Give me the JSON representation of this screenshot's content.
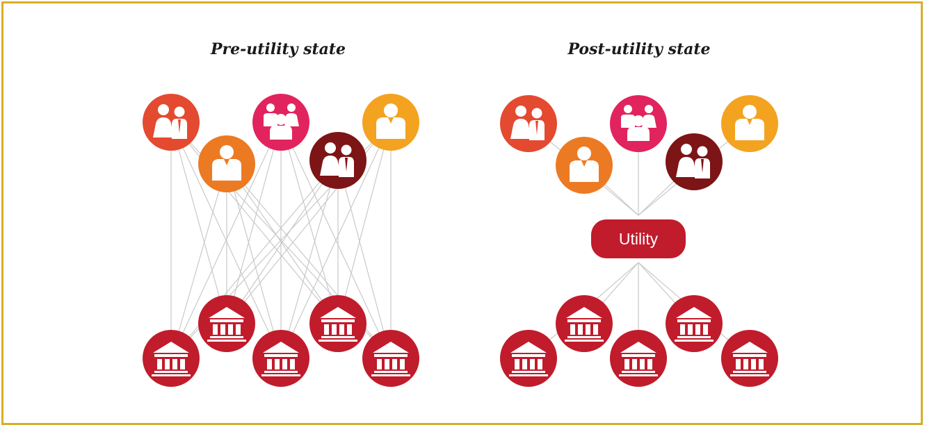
{
  "pre": {
    "title": "Pre-utility state"
  },
  "post": {
    "title": "Post-utility state",
    "hub_label": "Utility"
  },
  "colors": {
    "frame": "#d7ae2a",
    "red": "#c01c2c",
    "light_red": "#e34a30",
    "pink": "#e1245e",
    "orange": "#ec7a23",
    "amber": "#f3a31f",
    "maroon": "#7d1416",
    "bank": "#c01c2c",
    "line": "#c9c9c9"
  },
  "icons": {
    "clients": [
      "couple-icon",
      "person-icon",
      "group-icon",
      "couple-icon",
      "person-icon"
    ],
    "institutions": [
      "bank-icon",
      "bank-icon",
      "bank-icon",
      "bank-icon",
      "bank-icon"
    ]
  }
}
